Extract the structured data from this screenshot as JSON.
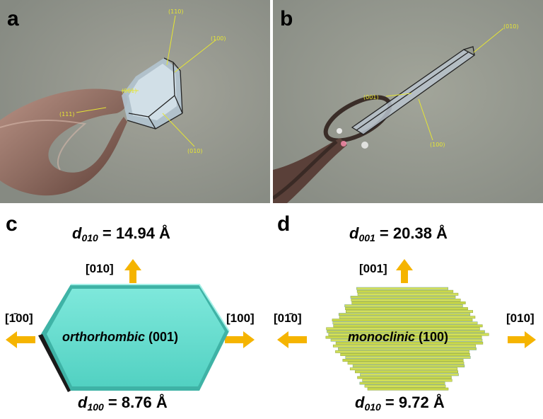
{
  "panels": {
    "a": {
      "label": "a",
      "facets": {
        "f_m1m10": "(110)",
        "f_m100": "(100)",
        "f_001": "(001)",
        "f_1m11": "(111)",
        "f_010": "(010)"
      }
    },
    "b": {
      "label": "b",
      "facets": {
        "f_010": "(010)",
        "f_001": "(001)",
        "f_100": "(100)"
      }
    },
    "c": {
      "label": "c",
      "d_top_sym": "d",
      "d_top_sub": "010",
      "d_top_val": " = 14.94 Å",
      "dir_up": "[010]",
      "dir_left": "[1̄00]",
      "dir_right": "[100]",
      "center_italic": "orthorhombic",
      "center_plane": " (001)",
      "d_bottom_sym": "d",
      "d_bottom_sub": "100",
      "d_bottom_val": " = 8.76 Å"
    },
    "d": {
      "label": "d",
      "d_top_sym": "d",
      "d_top_sub": "001",
      "d_top_val": " = 20.38 Å",
      "dir_up": "[001]",
      "dir_left": "[01̄0]",
      "dir_right": "[010]",
      "center_italic": "monoclinic",
      "center_plane": " (100)",
      "d_bottom_sym": "d",
      "d_bottom_sub": "010",
      "d_bottom_val": " = 9.72 Å"
    }
  },
  "colors": {
    "arrow": "#f5b400",
    "crystal_c": "#5ad6c8",
    "crystal_d": "#c9d84a",
    "facet_label": "#e6e633"
  }
}
